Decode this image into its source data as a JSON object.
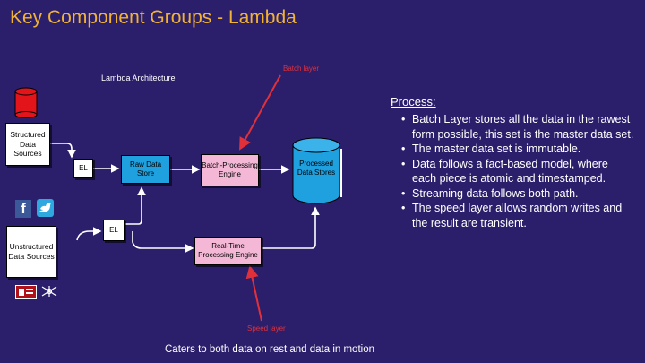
{
  "slide": {
    "title": "Key Component Groups - Lambda",
    "footer": "Caters to both data on rest and data in motion"
  },
  "diagram": {
    "caption": "Lambda Architecture",
    "batch_layer_label": "Batch layer",
    "speed_layer_label": "Speed layer",
    "structured_sources": "Structured Data Sources",
    "unstructured_sources": "Unstructured Data Sources",
    "el_top": "EL",
    "el_bottom": "EL",
    "raw_store": "Raw Data Store",
    "batch_engine": "Batch-Processing Engine",
    "realtime_engine": "Real-Time Processing Engine",
    "processed_stores": "Processed Data Stores"
  },
  "process": {
    "heading": "Process:",
    "items": [
      "Batch Layer stores all the data in the rawest form possible, this set is the master data set.",
      "The master data set is immutable.",
      "Data follows a fact-based model, where each piece is atomic and timestamped.",
      "Streaming data follows both path.",
      "The speed layer allows random writes and the result are transient."
    ]
  },
  "colors": {
    "background": "#2b1f6b",
    "title": "#f2b233",
    "annotation": "#e0303a",
    "store": "#1fa0df",
    "engine": "#f4b8d6"
  },
  "icons": [
    "database-icon",
    "facebook-icon",
    "twitter-icon",
    "news-icon",
    "network-icon"
  ]
}
